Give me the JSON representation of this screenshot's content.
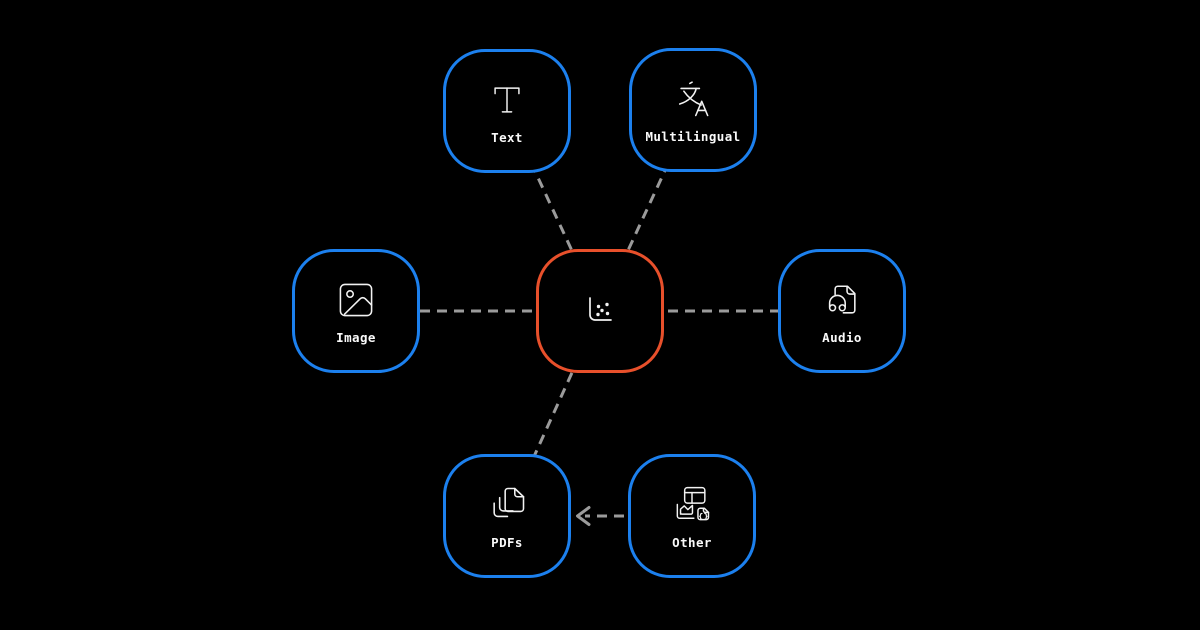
{
  "colors": {
    "background": "#000000",
    "node_border_blue": "#1c80ee",
    "node_border_orange": "#e8502b",
    "connector_gray": "#9b9b9b",
    "icon_stroke": "#f2f2f2",
    "label_color": "#fafafa"
  },
  "center_node": {
    "id": "center",
    "icon": "scatter-plot-icon"
  },
  "nodes": [
    {
      "id": "text",
      "label": "Text",
      "icon": "text-icon"
    },
    {
      "id": "multilingual",
      "label": "Multilingual",
      "icon": "translate-icon"
    },
    {
      "id": "image",
      "label": "Image",
      "icon": "image-icon"
    },
    {
      "id": "audio",
      "label": "Audio",
      "icon": "audio-file-icon"
    },
    {
      "id": "pdfs",
      "label": "PDFs",
      "icon": "documents-stack-icon"
    },
    {
      "id": "other",
      "label": "Other",
      "icon": "table-chart-json-icon"
    }
  ],
  "connections": [
    {
      "from": "center",
      "to": "text",
      "style": "dashed"
    },
    {
      "from": "center",
      "to": "multilingual",
      "style": "dashed"
    },
    {
      "from": "center",
      "to": "image",
      "style": "dashed"
    },
    {
      "from": "center",
      "to": "audio",
      "style": "dashed"
    },
    {
      "from": "center",
      "to": "pdfs",
      "style": "dashed"
    },
    {
      "from": "other",
      "to": "pdfs",
      "style": "dashed-arrow"
    }
  ]
}
